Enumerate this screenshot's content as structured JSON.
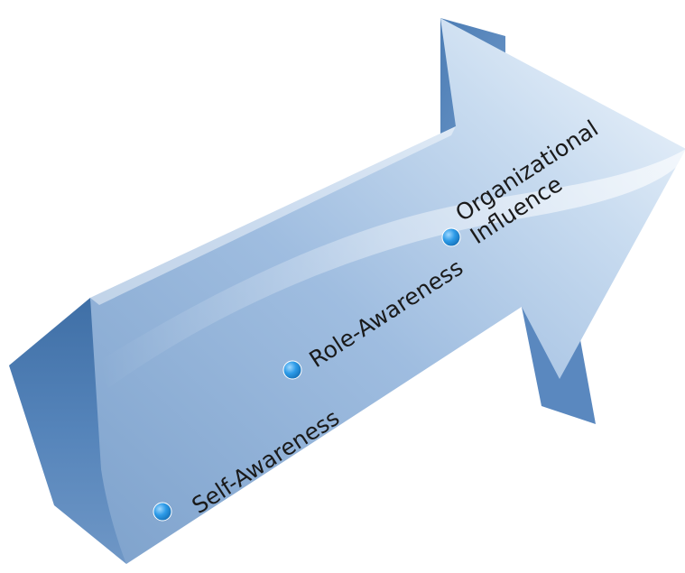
{
  "diagram": {
    "steps": [
      {
        "label": "Self-Awareness"
      },
      {
        "label": "Role-Awareness"
      },
      {
        "label_lines": [
          "Organizational",
          "Influence"
        ]
      }
    ],
    "colors": {
      "bullet": "#2d9be8",
      "arrow_dark": "#4f7fb5",
      "arrow_mid": "#8fb2d8",
      "arrow_light": "#e6f0fa",
      "text": "#1a1a1a"
    }
  }
}
